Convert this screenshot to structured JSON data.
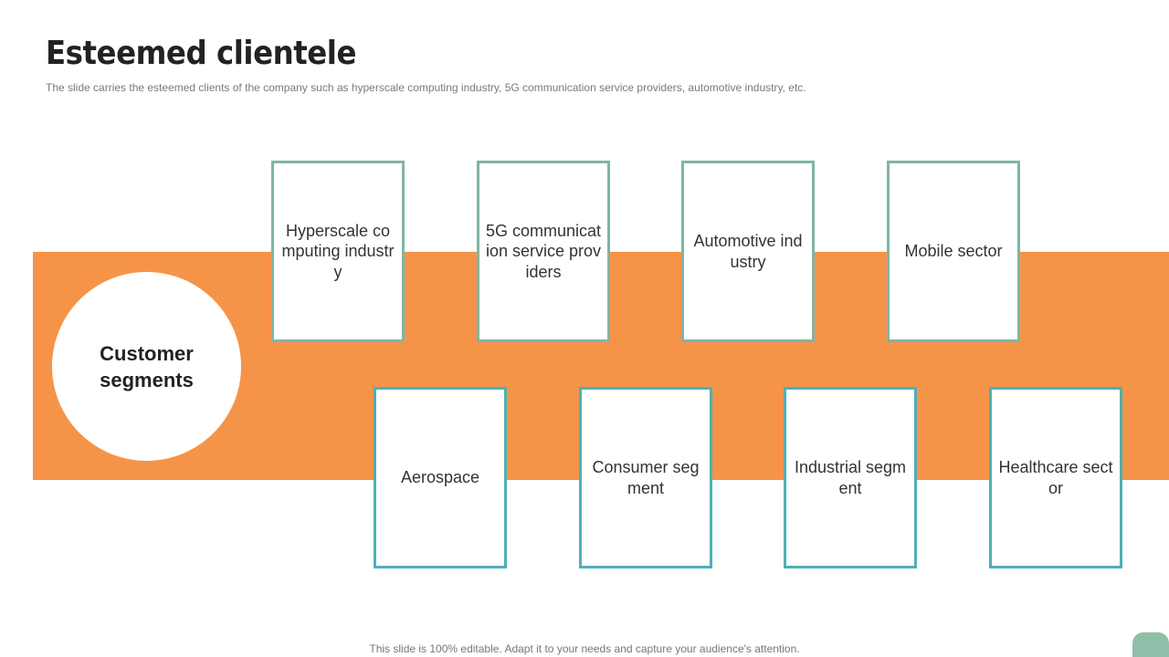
{
  "slide": {
    "title": "Esteemed clientele",
    "subtitle": "The slide carries the esteemed clients of the company such as hyperscale computing industry, 5G communication service providers,  automotive  industry, etc.",
    "center_label": "Customer segments",
    "footer": "This slide is 100% editable. Adapt it to your needs and capture your audience's attention."
  },
  "segments": {
    "top": [
      "Hyperscale computing industry",
      "5G communication service providers",
      "Automotive industry",
      "Mobile sector"
    ],
    "bottom": [
      "Aerospace",
      "Consumer segment",
      "Industrial segment",
      "Healthcare sector"
    ]
  },
  "colors": {
    "band": "#f59448",
    "top_card_border": "#7fb5a8",
    "bottom_card_border": "#4fb0b4",
    "corner_accent": "#8fbfa8"
  }
}
